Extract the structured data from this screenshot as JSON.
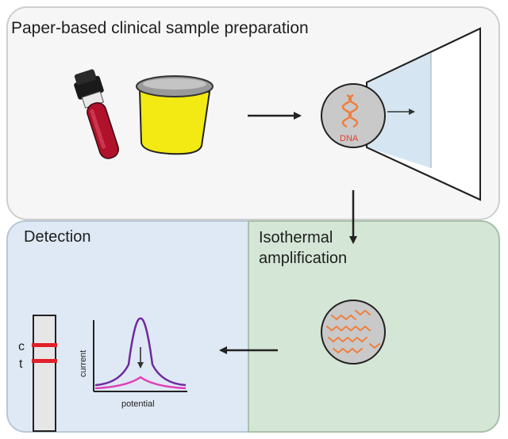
{
  "panels": {
    "top_title": "Paper-based clinical sample preparation",
    "detection_title": "Detection",
    "amplification_title_line1": "Isothermal",
    "amplification_title_line2": "amplification"
  },
  "labels": {
    "dna": "DNA",
    "strip_c": "c",
    "strip_t": "t",
    "y_axis": "current",
    "x_axis": "potential"
  },
  "colors": {
    "top_panel": "#f6f6f6",
    "detection_panel": "#dfe9f5",
    "amplification_panel": "#d4e6d6",
    "blood_tube": "#b0112b",
    "sample_cup": "#f2ea12",
    "dna_helix": "#f07e3c",
    "strip_band": "#e0202a",
    "curve_before": "#6d2aa0",
    "curve_after": "#e040b8"
  }
}
